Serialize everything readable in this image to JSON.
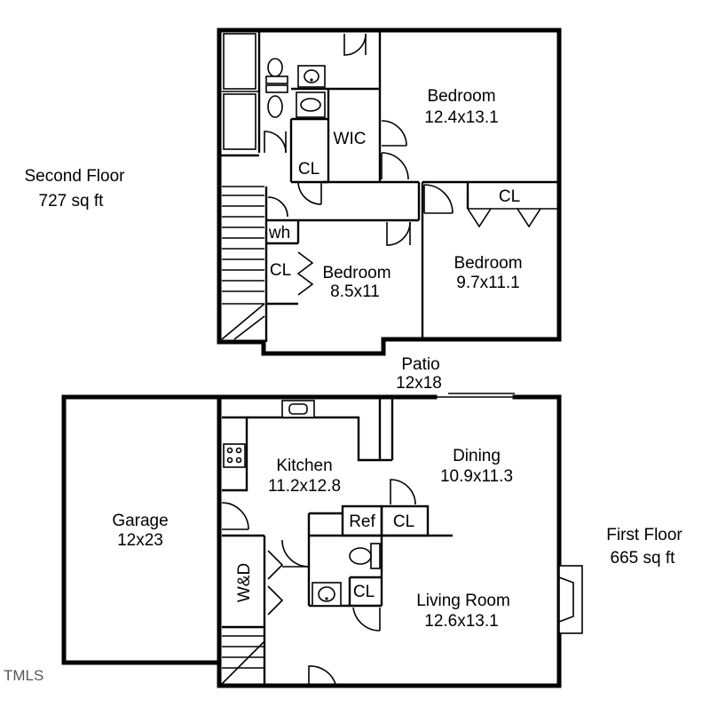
{
  "second_floor": {
    "heading": "Second Floor",
    "area": "727 sq ft",
    "rooms": {
      "bedroom_large": {
        "name": "Bedroom",
        "size": "12.4x13.1"
      },
      "bedroom_mid": {
        "name": "Bedroom",
        "size": "9.7x11.1"
      },
      "bedroom_small": {
        "name": "Bedroom",
        "size": "8.5x11"
      }
    },
    "labels": {
      "wic": "WIC",
      "closet_bath": "CL",
      "closet_bedroom_mid": "CL",
      "closet_bedroom_small": "CL",
      "water_heater": "wh"
    }
  },
  "patio": {
    "name": "Patio",
    "size": "12x18"
  },
  "first_floor": {
    "heading": "First Floor",
    "area": "665 sq ft",
    "rooms": {
      "garage": {
        "name": "Garage",
        "size": "12x23"
      },
      "kitchen": {
        "name": "Kitchen",
        "size": "11.2x12.8"
      },
      "dining": {
        "name": "Dining",
        "size": "10.9x11.3"
      },
      "living": {
        "name": "Living Room",
        "size": "12.6x13.1"
      }
    },
    "labels": {
      "refrigerator": "Ref",
      "closet_ref": "CL",
      "closet_bath": "CL",
      "laundry": "W&D"
    }
  },
  "watermark": "TMLS"
}
